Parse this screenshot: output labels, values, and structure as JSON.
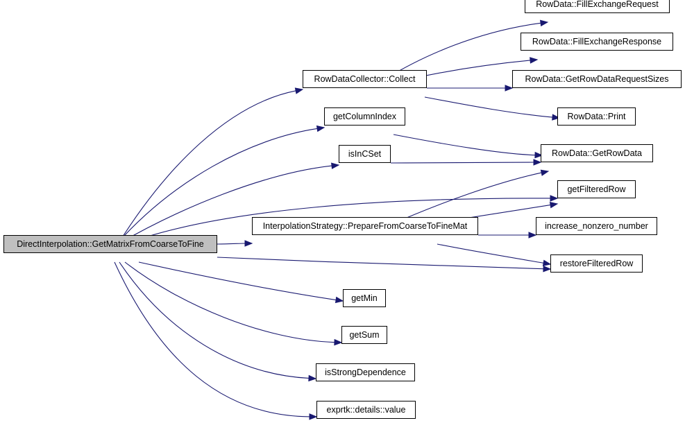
{
  "graph": {
    "colors": {
      "edge": "#191970",
      "node_border": "#000000",
      "root_fill": "#bfbfbf",
      "node_fill": "#ffffff"
    },
    "nodes": [
      {
        "id": "root",
        "label": "DirectInterpolation::GetMatrixFromCoarseToFine",
        "root": true
      },
      {
        "id": "collect",
        "label": "RowDataCollector::Collect"
      },
      {
        "id": "getcolumnindex",
        "label": "getColumnIndex"
      },
      {
        "id": "isincset",
        "label": "isInCSet"
      },
      {
        "id": "preparemat",
        "label": "InterpolationStrategy::PrepareFromCoarseToFineMat"
      },
      {
        "id": "getmin",
        "label": "getMin"
      },
      {
        "id": "getsum",
        "label": "getSum"
      },
      {
        "id": "isstrongdependence",
        "label": "isStrongDependence"
      },
      {
        "id": "exprtkvalue",
        "label": "exprtk::details::value"
      },
      {
        "id": "fillexchangerequest",
        "label": "RowData::FillExchangeRequest"
      },
      {
        "id": "fillexchangeresponse",
        "label": "RowData::FillExchangeResponse"
      },
      {
        "id": "getrowdatarequestsizes",
        "label": "RowData::GetRowDataRequestSizes"
      },
      {
        "id": "print",
        "label": "RowData::Print"
      },
      {
        "id": "getrowdata",
        "label": "RowData::GetRowData"
      },
      {
        "id": "getfilteredrow",
        "label": "getFilteredRow"
      },
      {
        "id": "increasenonzero",
        "label": "increase_nonzero_number"
      },
      {
        "id": "restorefilteredrow",
        "label": "restoreFilteredRow"
      }
    ],
    "edges": [
      {
        "from": "root",
        "to": "collect"
      },
      {
        "from": "root",
        "to": "getcolumnindex"
      },
      {
        "from": "root",
        "to": "isincset"
      },
      {
        "from": "root",
        "to": "getfilteredrow"
      },
      {
        "from": "root",
        "to": "preparemat"
      },
      {
        "from": "root",
        "to": "restorefilteredrow"
      },
      {
        "from": "root",
        "to": "getmin"
      },
      {
        "from": "root",
        "to": "getsum"
      },
      {
        "from": "root",
        "to": "isstrongdependence"
      },
      {
        "from": "root",
        "to": "exprtkvalue"
      },
      {
        "from": "collect",
        "to": "fillexchangerequest"
      },
      {
        "from": "collect",
        "to": "fillexchangeresponse"
      },
      {
        "from": "collect",
        "to": "getrowdatarequestsizes"
      },
      {
        "from": "collect",
        "to": "print"
      },
      {
        "from": "getcolumnindex",
        "to": "getrowdata"
      },
      {
        "from": "isincset",
        "to": "getrowdata"
      },
      {
        "from": "preparemat",
        "to": "getrowdata"
      },
      {
        "from": "preparemat",
        "to": "getfilteredrow"
      },
      {
        "from": "preparemat",
        "to": "increasenonzero"
      },
      {
        "from": "preparemat",
        "to": "restorefilteredrow"
      }
    ]
  }
}
